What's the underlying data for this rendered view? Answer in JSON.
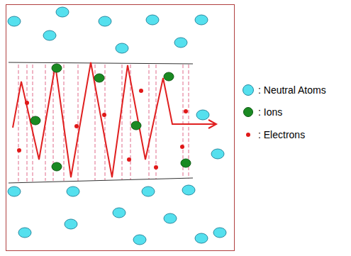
{
  "diagram": {
    "legend": [
      {
        "text": ": Neutral Atoms",
        "color": "#55e0ee"
      },
      {
        "text": ": Ions",
        "color": "#1a8a22"
      },
      {
        "text": ": Electrons",
        "color": "#e01818"
      }
    ]
  }
}
